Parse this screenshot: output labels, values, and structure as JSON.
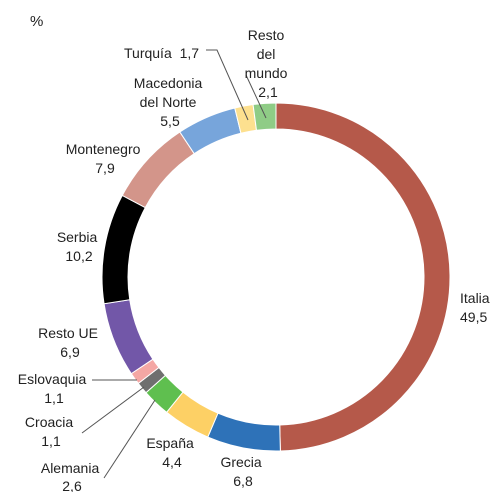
{
  "chart_data": {
    "type": "pie",
    "style": "donut",
    "unit_label": "%",
    "slices": [
      {
        "label": "Italia",
        "value": 49.5,
        "value_text": "49,5",
        "color": "#b5594a"
      },
      {
        "label": "Grecia",
        "value": 6.8,
        "value_text": "6,8",
        "color": "#2e72b8"
      },
      {
        "label": "España",
        "value": 4.4,
        "value_text": "4,4",
        "color": "#fdd065"
      },
      {
        "label": "Alemania",
        "value": 2.6,
        "value_text": "2,6",
        "color": "#5fbf4f"
      },
      {
        "label": "Croacia",
        "value": 1.1,
        "value_text": "1,1",
        "color": "#6f6f6f"
      },
      {
        "label": "Eslovaquia",
        "value": 1.1,
        "value_text": "1,1",
        "color": "#f4a7a4"
      },
      {
        "label": "Resto UE",
        "value": 6.9,
        "value_text": "6,9",
        "color": "#7257a8"
      },
      {
        "label": "Serbia",
        "value": 10.2,
        "value_text": "10,2",
        "color": "#000000"
      },
      {
        "label": "Montenegro",
        "value": 7.9,
        "value_text": "7,9",
        "color": "#d3958a"
      },
      {
        "label": "Macedonia del Norte",
        "value": 5.5,
        "value_text": "5,5",
        "color": "#77a5db"
      },
      {
        "label": "Turquía",
        "value": 1.7,
        "value_text": "1,7",
        "color": "#fde08f"
      },
      {
        "label": "Resto del mundo",
        "value": 2.1,
        "value_text": "2,1",
        "color": "#8fcc86"
      }
    ]
  }
}
